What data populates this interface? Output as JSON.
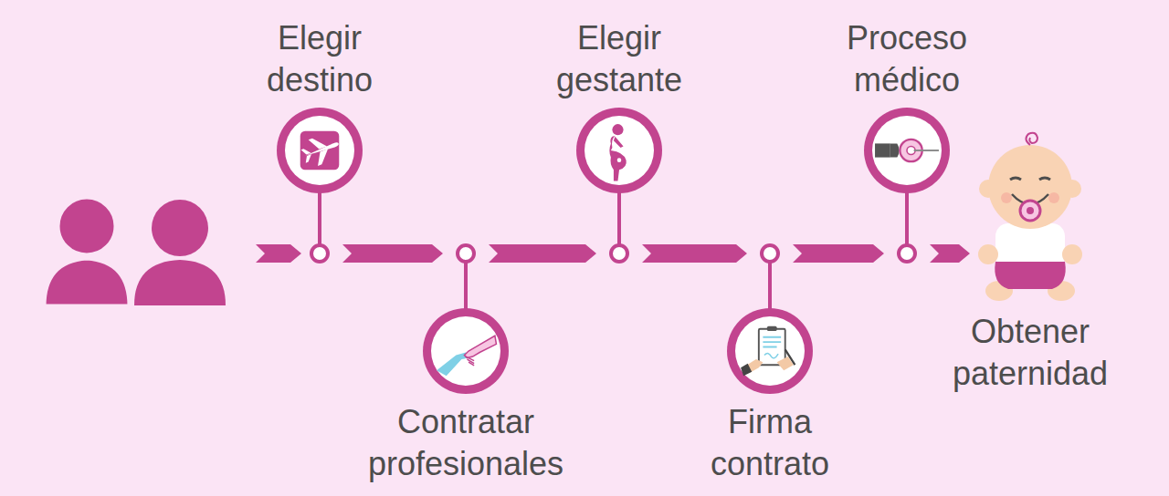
{
  "diagram": {
    "nodes": [
      {
        "text": [
          "Elegir destino"
        ]
      },
      {
        "text": [
          "Contratar profesionales"
        ]
      },
      {
        "text": [
          "Elegir gestante"
        ]
      },
      {
        "text": [
          "Firma contrato"
        ]
      },
      {
        "text": [
          "Proceso médico"
        ]
      },
      {
        "text": [
          "Obtener paternidad"
        ]
      }
    ],
    "edges": [
      {
        "from": 0,
        "to": 1,
        "arrow": "to"
      },
      {
        "from": 1,
        "to": 2,
        "arrow": "to"
      },
      {
        "from": 2,
        "to": 3,
        "arrow": "to"
      },
      {
        "from": 3,
        "to": 4,
        "arrow": "to"
      },
      {
        "from": 4,
        "to": 5,
        "arrow": "to"
      }
    ]
  }
}
